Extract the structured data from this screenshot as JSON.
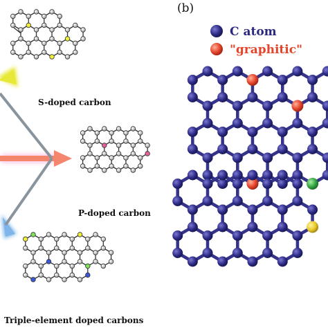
{
  "panel_label": "(b)",
  "captions": {
    "s_doped": "S-doped carbon",
    "p_doped": "P-doped carbon",
    "triple": "Triple-element doped carbons"
  },
  "legend": {
    "c_atom": "C atom",
    "graphitic": "\"graphitic\""
  },
  "colors": {
    "bond": "#333333",
    "carbon_small": "#c7c7c7",
    "sulfur": "#f0ee3a",
    "phosphorus": "#e8609a",
    "boron": "#7ee25a",
    "nitrogen": "#3a57d8",
    "lattice_bond": "#35338a",
    "lattice_atom": "#2a2880",
    "graphitic_n": "#e8482c",
    "pyridinic_green": "#3aa845",
    "pyrrolic_yellow": "#e8cc2a",
    "arrow_shaft": "#8a949c",
    "arrow_yellow": "#e8e838",
    "arrow_pink": "#f5866e",
    "arrow_blue": "#7fb5e8"
  }
}
